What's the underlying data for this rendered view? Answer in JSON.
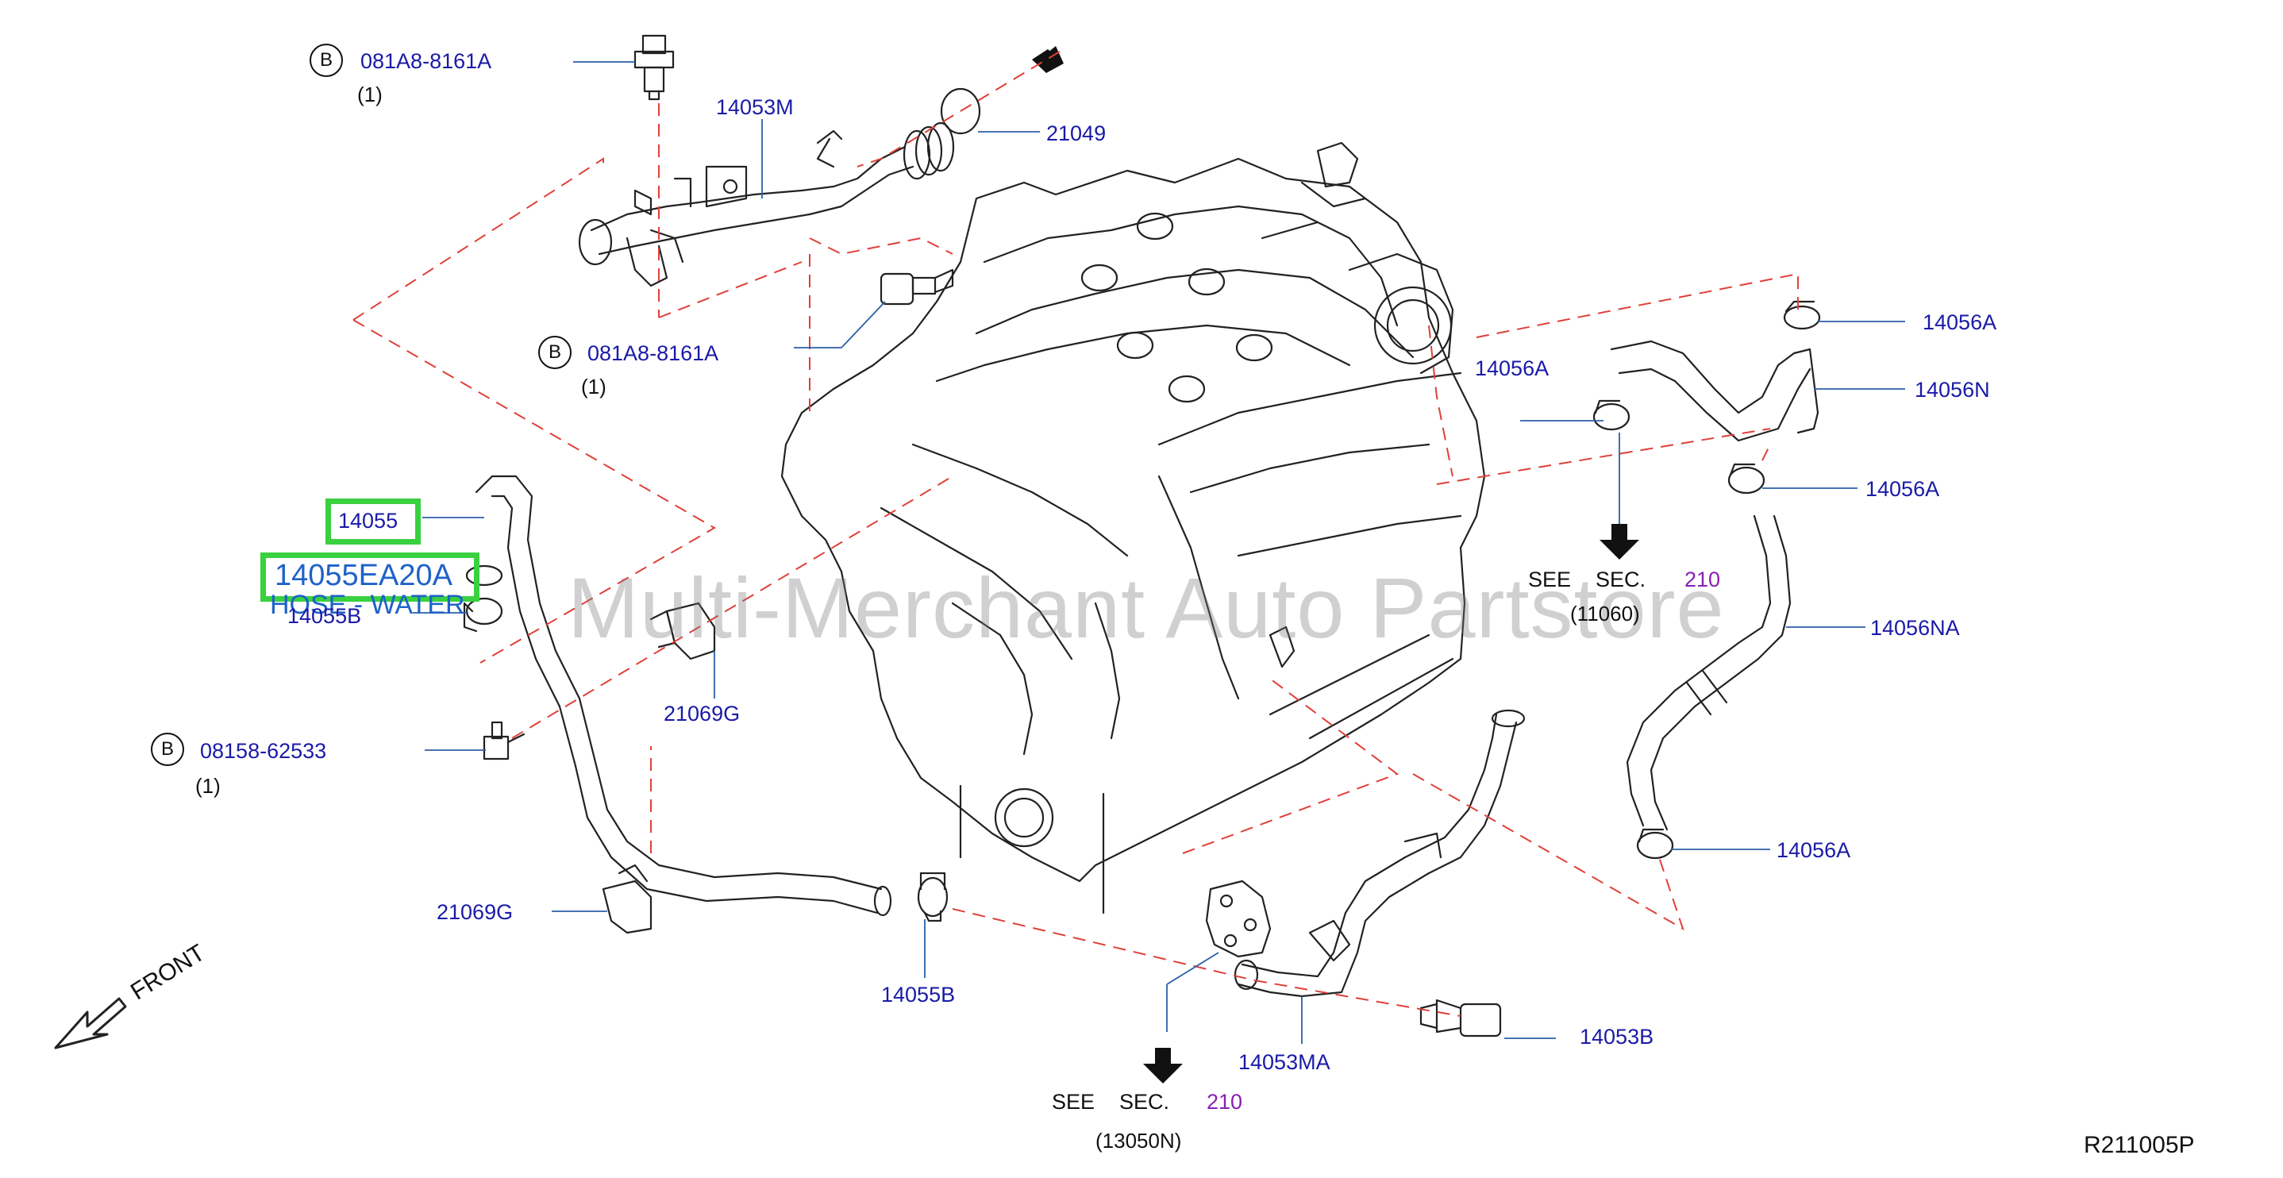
{
  "labels": {
    "bolt_top": "081A8-8161A",
    "bolt_top_qty": "(1)",
    "bolt_mid": "081A8-8161A",
    "bolt_mid_qty": "(1)",
    "bolt_left": "08158-62533",
    "bolt_left_qty": "(1)",
    "circle_b": "B",
    "p14053M": "14053M",
    "p21049": "21049",
    "p14055": "14055",
    "p14055EA20A": "14055EA20A",
    "hose_desc": "HOSE - WATER",
    "p14055B_top": "14055B",
    "p21069G_a": "21069G",
    "p21069G_b": "21069G",
    "p14055B_bottom": "14055B",
    "p14053MA": "14053MA",
    "p14053B": "14053B",
    "p14056A_1": "14056A",
    "p14056N": "14056N",
    "p14056A_2": "14056A",
    "p14056A_3": "14056A",
    "p14056NA": "14056NA",
    "p14056A_4": "14056A",
    "see": "SEE",
    "sec": "SEC.",
    "sec_num": "210",
    "ref_11060": "(11060)",
    "ref_13050N": "(13050N)",
    "front": "FRONT",
    "diagram_code": "R211005P",
    "watermark": "Multi-Merchant Auto Partstore"
  },
  "colors": {
    "callout_text": "#1a1aa8",
    "section_number": "#8a1fb5",
    "highlight_box": "#39d13f",
    "highlight_text": "#1f62c8",
    "dashed_line": "#e0403a",
    "leader_line": "#2b5fa6",
    "outline": "#222222"
  }
}
